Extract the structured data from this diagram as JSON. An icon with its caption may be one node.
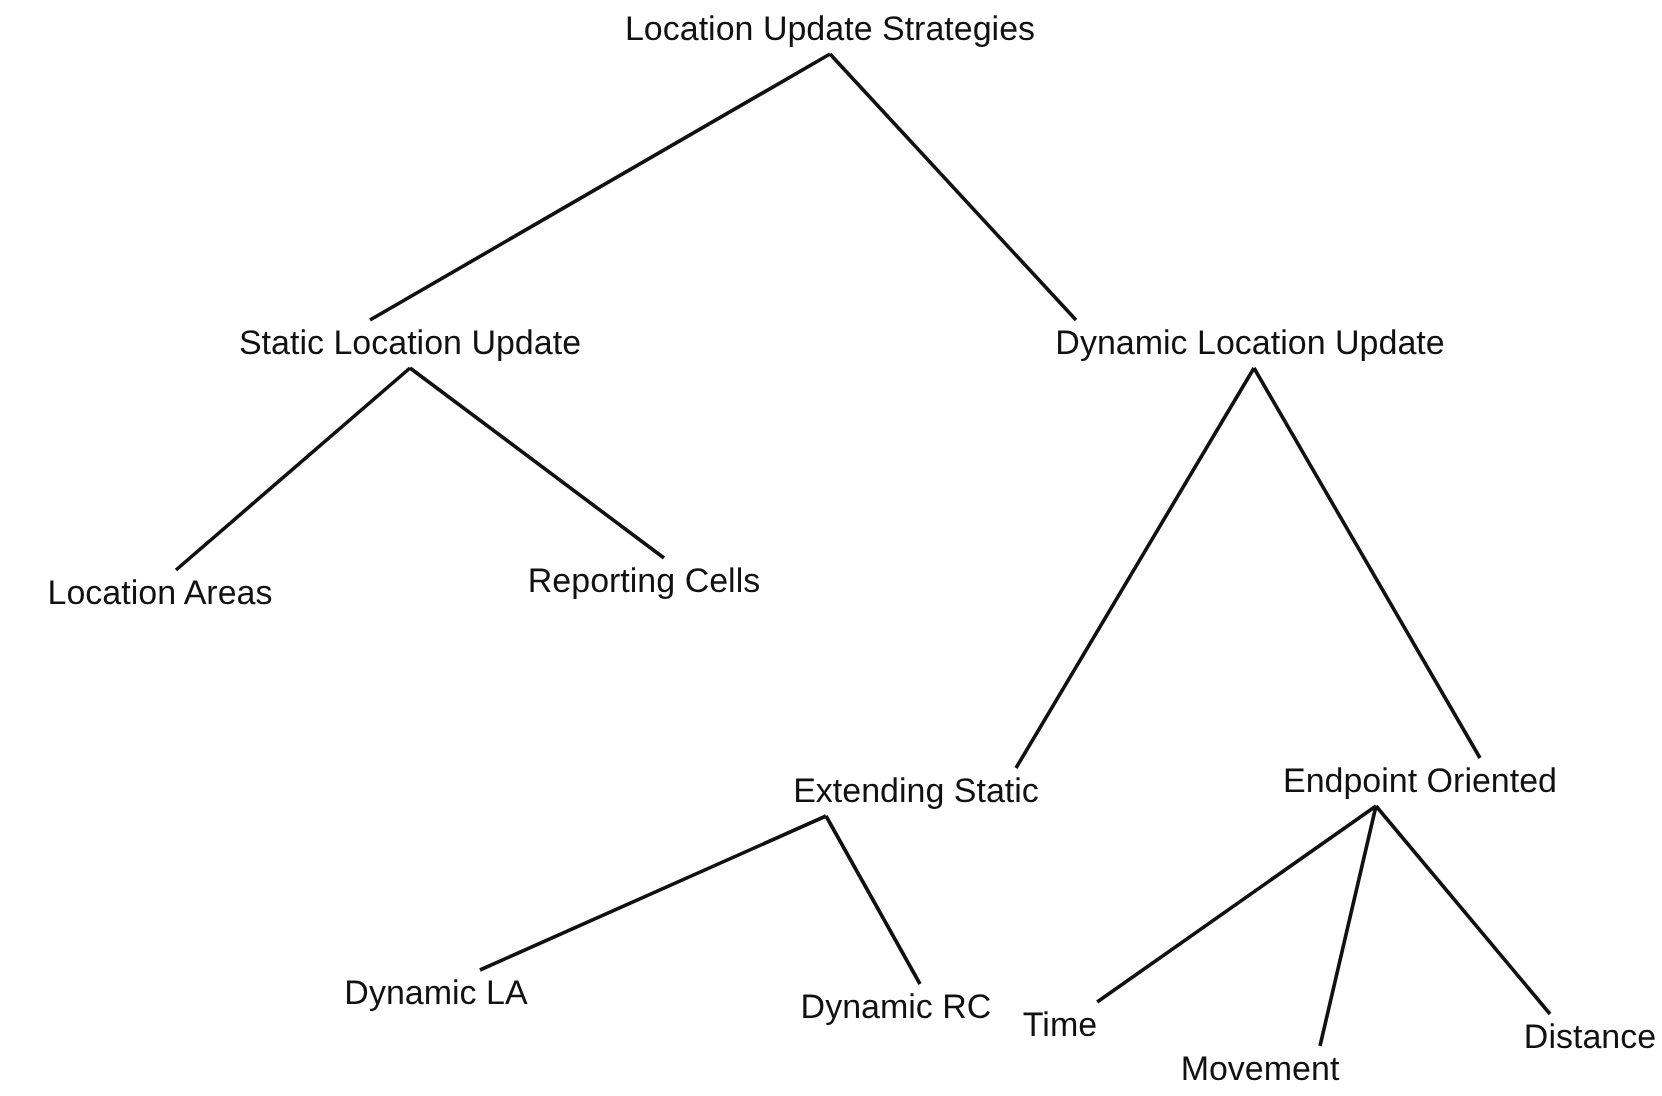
{
  "diagram": {
    "nodes": [
      {
        "text": [
          "Location Update Strategies"
        ]
      },
      {
        "text": [
          "Static Location Update"
        ]
      },
      {
        "text": [
          "Dynamic Location Update"
        ]
      },
      {
        "text": [
          "Location Areas"
        ]
      },
      {
        "text": [
          "Reporting Cells"
        ]
      },
      {
        "text": [
          "Extending Static"
        ]
      },
      {
        "text": [
          "Endpoint Oriented"
        ]
      },
      {
        "text": [
          "Dynamic LA"
        ]
      },
      {
        "text": [
          "Dynamic RC"
        ]
      },
      {
        "text": [
          "Time"
        ]
      },
      {
        "text": [
          "Movement"
        ]
      },
      {
        "text": [
          "Distance"
        ]
      }
    ],
    "edges": [
      {
        "from": 0,
        "to": 1,
        "arrow": "none"
      },
      {
        "from": 0,
        "to": 2,
        "arrow": "none"
      },
      {
        "from": 1,
        "to": 3,
        "arrow": "none"
      },
      {
        "from": 1,
        "to": 4,
        "arrow": "none"
      },
      {
        "from": 2,
        "to": 5,
        "arrow": "none"
      },
      {
        "from": 2,
        "to": 6,
        "arrow": "none"
      },
      {
        "from": 5,
        "to": 7,
        "arrow": "none"
      },
      {
        "from": 5,
        "to": 8,
        "arrow": "none"
      },
      {
        "from": 6,
        "to": 9,
        "arrow": "none"
      },
      {
        "from": 6,
        "to": 10,
        "arrow": "none"
      },
      {
        "from": 6,
        "to": 11,
        "arrow": "none"
      }
    ]
  }
}
